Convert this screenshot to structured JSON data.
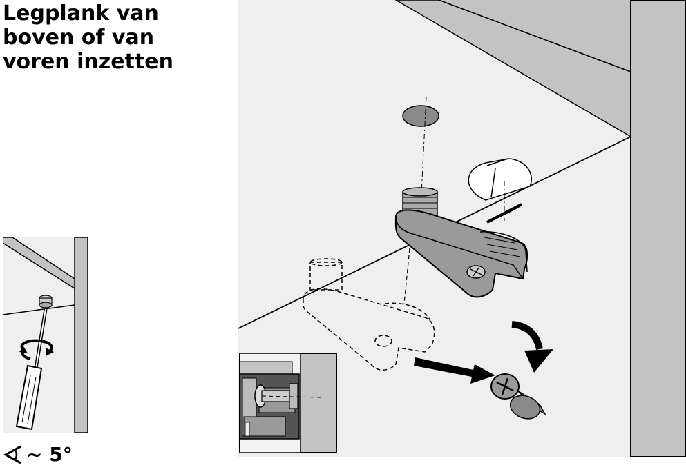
{
  "title_lines": [
    "Legplank van",
    "boven of van",
    "voren inzetten"
  ],
  "angle_note": "~ 5°",
  "icons": {
    "angle": "angle-icon",
    "rotate": "rotate-arrow-icon",
    "screwdriver": "screwdriver-icon"
  },
  "colors": {
    "panel": "#efefef",
    "wall": "#c3c3c3",
    "hole": "#8a8a8a",
    "part": "#9a9a9a",
    "ink": "#000000"
  }
}
